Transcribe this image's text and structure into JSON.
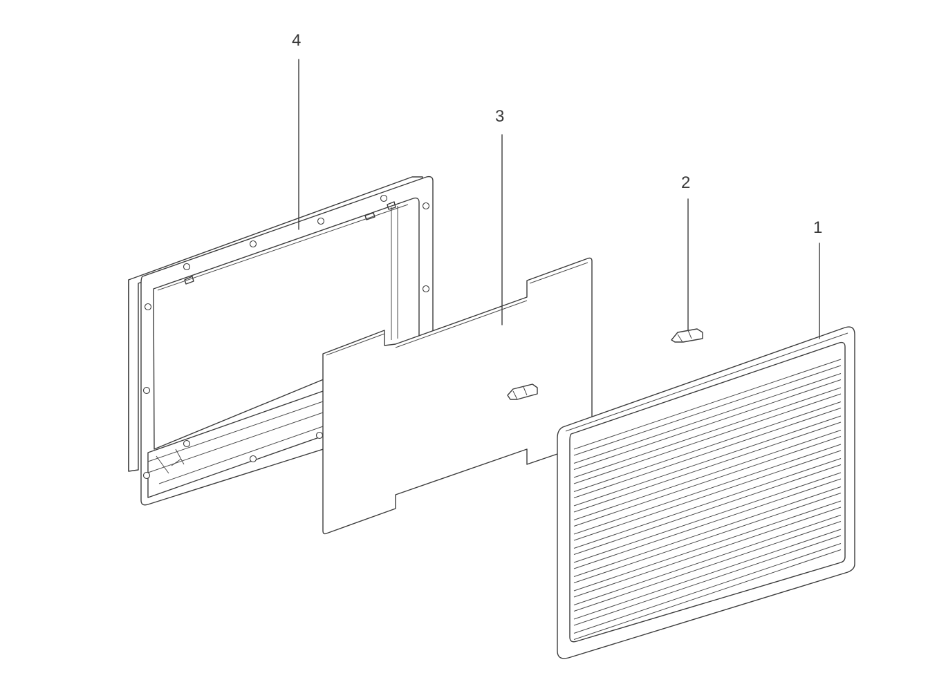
{
  "callouts": [
    {
      "id": "1",
      "label": "1"
    },
    {
      "id": "2",
      "label": "2"
    },
    {
      "id": "3",
      "label": "3"
    },
    {
      "id": "4",
      "label": "4"
    }
  ],
  "colors": {
    "line": "#3b3b3b",
    "background": "#ffffff"
  }
}
